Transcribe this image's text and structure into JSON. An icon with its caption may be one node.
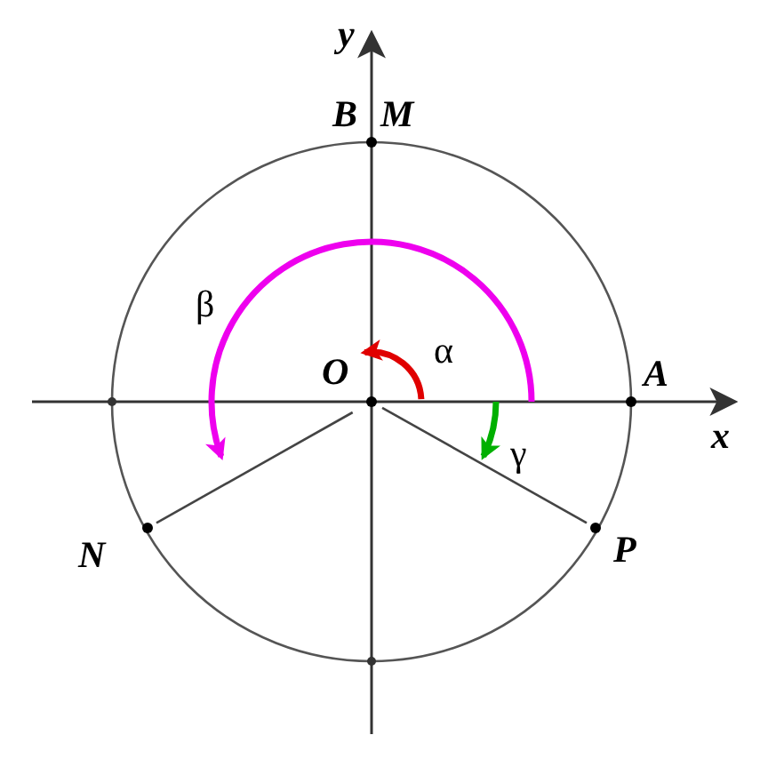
{
  "diagram": {
    "nodes": [
      {
        "text": [
          "O"
        ]
      },
      {
        "text": [
          "A"
        ]
      },
      {
        "text": [
          "B",
          "M"
        ]
      },
      {
        "text": [
          "N"
        ]
      },
      {
        "text": [
          "P"
        ]
      }
    ],
    "edges": [
      {
        "from": 0,
        "to": 3,
        "arrow": "none"
      },
      {
        "from": 0,
        "to": 4,
        "arrow": "none"
      }
    ],
    "labels": [
      "y",
      "x",
      "α",
      "β",
      "γ"
    ]
  }
}
